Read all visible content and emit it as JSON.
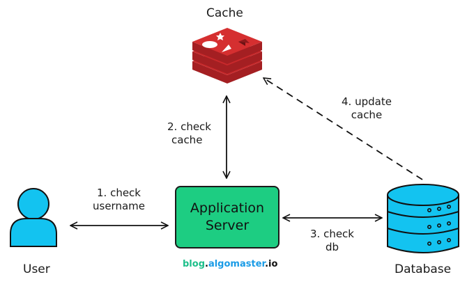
{
  "nodes": {
    "cache": {
      "label": "Cache",
      "icon": "redis-icon"
    },
    "user": {
      "label": "User",
      "icon": "user-icon"
    },
    "server": {
      "line1": "Application",
      "line2": "Server"
    },
    "database": {
      "label": "Database",
      "icon": "database-icon"
    }
  },
  "edges": {
    "e1": {
      "line1": "1. check",
      "line2": "username",
      "style": "solid",
      "direction": "bidirectional"
    },
    "e2": {
      "line1": "2. check",
      "line2": "cache",
      "style": "solid",
      "direction": "bidirectional"
    },
    "e3": {
      "line1": "3. check",
      "line2": "db",
      "style": "solid",
      "direction": "bidirectional"
    },
    "e4": {
      "line1": "4. update",
      "line2": "cache",
      "style": "dashed",
      "direction": "database-to-cache"
    }
  },
  "watermark": {
    "part1": "blog",
    "dot1": ".",
    "part2": "algomaster",
    "dot2": ".",
    "part3": "io"
  },
  "colors": {
    "server": "#1dcd82",
    "user": "#13c3f0",
    "database": "#13c3f0",
    "cache": "#c8292b",
    "brand_green": "#1dbf8a",
    "brand_blue": "#1a9be6"
  }
}
